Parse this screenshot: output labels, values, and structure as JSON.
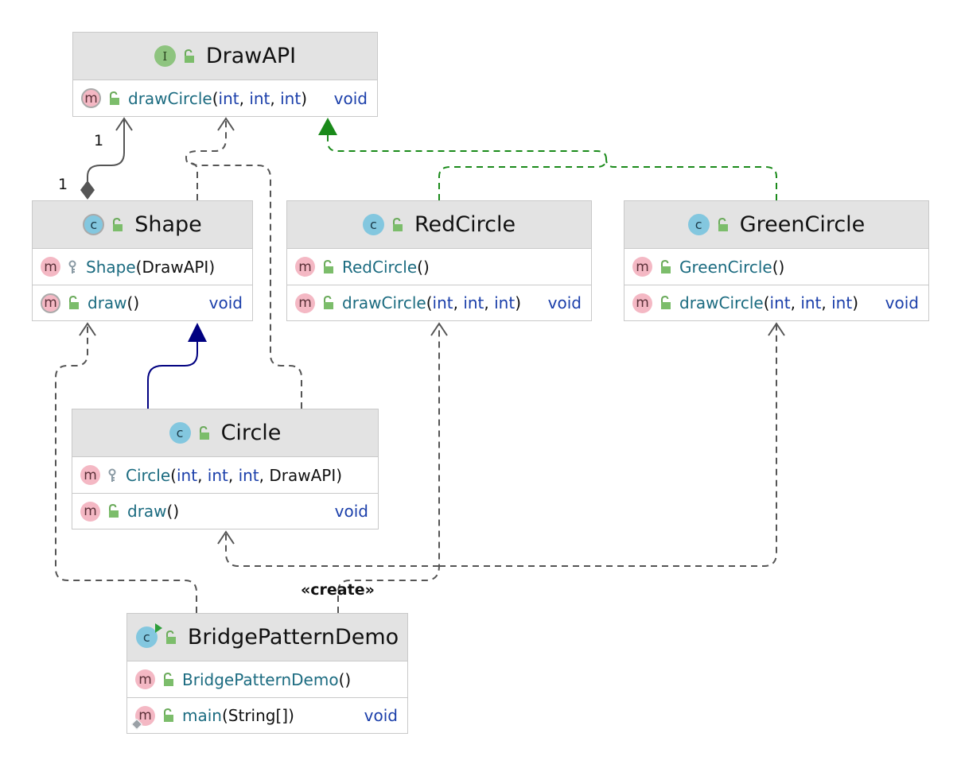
{
  "diagram": {
    "classes": {
      "drawapi": {
        "name": "DrawAPI",
        "kind_icon": "I",
        "methods": [
          {
            "name": "drawCircle",
            "params": [
              "int",
              "int",
              "int"
            ],
            "returns": "void"
          }
        ]
      },
      "shape": {
        "name": "Shape",
        "kind_icon": "c",
        "methods": [
          {
            "name": "Shape",
            "params": [
              "DrawAPI"
            ],
            "returns": ""
          },
          {
            "name": "draw",
            "params": [],
            "returns": "void"
          }
        ]
      },
      "redcircle": {
        "name": "RedCircle",
        "kind_icon": "c",
        "methods": [
          {
            "name": "RedCircle",
            "params": [],
            "returns": ""
          },
          {
            "name": "drawCircle",
            "params": [
              "int",
              "int",
              "int"
            ],
            "returns": "void"
          }
        ]
      },
      "greencircle": {
        "name": "GreenCircle",
        "kind_icon": "c",
        "methods": [
          {
            "name": "GreenCircle",
            "params": [],
            "returns": ""
          },
          {
            "name": "drawCircle",
            "params": [
              "int",
              "int",
              "int"
            ],
            "returns": "void"
          }
        ]
      },
      "circle": {
        "name": "Circle",
        "kind_icon": "c",
        "methods": [
          {
            "name": "Circle",
            "params": [
              "int",
              "int",
              "int",
              "DrawAPI"
            ],
            "returns": ""
          },
          {
            "name": "draw",
            "params": [],
            "returns": "void"
          }
        ]
      },
      "demo": {
        "name": "BridgePatternDemo",
        "kind_icon": "c",
        "methods": [
          {
            "name": "BridgePatternDemo",
            "params": [],
            "returns": ""
          },
          {
            "name": "main",
            "params": [
              "String[]"
            ],
            "returns": "void"
          }
        ]
      }
    },
    "method_icon": "m",
    "multiplicity_source": "1",
    "multiplicity_target": "1",
    "stereotype_create": "«create»",
    "colors": {
      "realization": "#1a8a1a",
      "generalization": "#000080",
      "dependency": "#555555",
      "header_bg": "#e3e3e3",
      "method_icon_bg": "#f4b8c4",
      "class_icon_bg": "#83c7df",
      "interface_icon_bg": "#8ec47f",
      "method_name": "#1b6b80",
      "type_name": "#1b3faa"
    }
  }
}
